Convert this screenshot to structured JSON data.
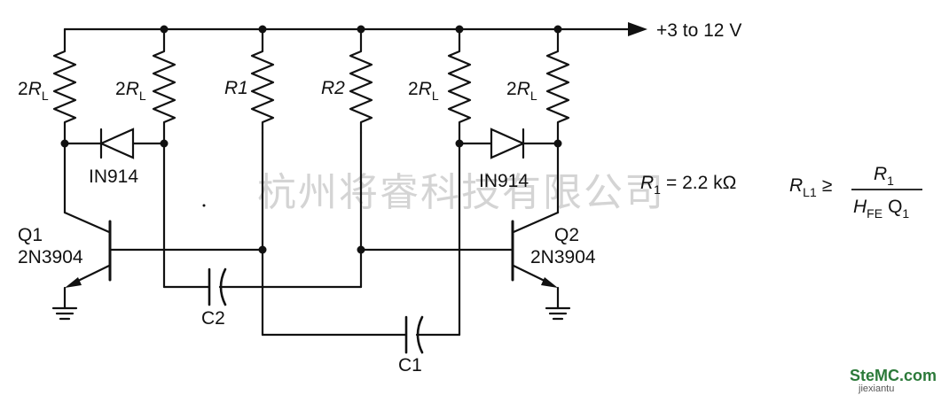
{
  "supply": {
    "label": "+3 to 12 V"
  },
  "resistors": {
    "rl1": {
      "prefix": "2",
      "name": "R",
      "sub": "L"
    },
    "rl2": {
      "prefix": "2",
      "name": "R",
      "sub": "L"
    },
    "r1": {
      "label": "R1"
    },
    "r2": {
      "label": "R2"
    },
    "rl3": {
      "prefix": "2",
      "name": "R",
      "sub": "L"
    },
    "rl4": {
      "prefix": "2",
      "name": "R",
      "sub": "L"
    }
  },
  "diodes": {
    "d1": "IN914",
    "d2": "IN914"
  },
  "transistors": {
    "q1": {
      "name": "Q1",
      "part": "2N3904"
    },
    "q2": {
      "name": "Q2",
      "part": "2N3904"
    }
  },
  "capacitors": {
    "c1": "C1",
    "c2": "C2"
  },
  "formulas": {
    "r1_value": {
      "name": "R",
      "sub": "1",
      "rest": "= 2.2 kΩ"
    },
    "rl1_rule": {
      "name": "R",
      "sub": "L1",
      "rel": "≥",
      "num_name": "R",
      "num_sub": "1",
      "den_name": "H",
      "den_sub": "FE",
      "den_rest": "Q",
      "den_rest_sub": "1"
    }
  },
  "watermark": {
    "text": "杭州将睿科技有限公司"
  },
  "logo": {
    "text": "SteMC.com",
    "sub": "jiexiantu"
  }
}
